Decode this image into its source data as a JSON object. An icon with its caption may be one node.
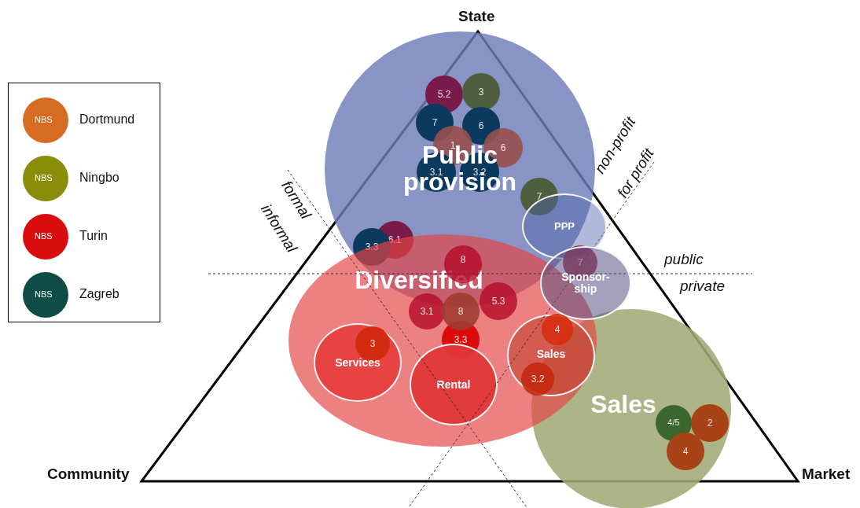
{
  "diagram": {
    "nodes": [
      {
        "text": [
          "Public provision"
        ]
      },
      {
        "text": [
          "5.2"
        ],
        "in": 0
      },
      {
        "text": [
          "3"
        ],
        "in": 0
      },
      {
        "text": [
          "7"
        ],
        "in": 0
      },
      {
        "text": [
          "6"
        ],
        "in": 0
      },
      {
        "text": [
          "1"
        ],
        "in": 0
      },
      {
        "text": [
          "6"
        ],
        "in": 0
      },
      {
        "text": [
          "3.1"
        ],
        "in": 0
      },
      {
        "text": [
          "3.2"
        ],
        "in": 0
      },
      {
        "text": [
          "6.1"
        ],
        "in": 0
      },
      {
        "text": [
          "7"
        ],
        "in": 0
      },
      {
        "text": [
          "3.3"
        ],
        "in": 0
      },
      {
        "text": [
          "PPP"
        ]
      },
      {
        "text": [
          "Diversified"
        ]
      },
      {
        "text": [
          "8"
        ]
      },
      {
        "text": [
          "3.1"
        ],
        "in": 13
      },
      {
        "text": [
          "5.3"
        ],
        "in": 13
      },
      {
        "text": [
          "8"
        ],
        "in": 13
      },
      {
        "text": [
          "7"
        ]
      },
      {
        "text": [
          "Sponsor- ship"
        ]
      },
      {
        "text": [
          "3.3"
        ],
        "in": 13
      },
      {
        "text": [
          "Services"
        ],
        "in": 13
      },
      {
        "text": [
          "3"
        ],
        "in": 21
      },
      {
        "text": [
          "Rental"
        ],
        "in": 13
      },
      {
        "text": [
          "Sales"
        ],
        "in": 13
      },
      {
        "text": [
          "4"
        ]
      },
      {
        "text": [
          "3.2"
        ],
        "in": 24
      },
      {
        "text": [
          "Sales"
        ]
      },
      {
        "text": [
          "4/5"
        ],
        "in": 27
      },
      {
        "text": [
          "2"
        ],
        "in": 27
      },
      {
        "text": [
          "4"
        ],
        "in": 27
      }
    ],
    "labels": [
      "State",
      "formal",
      "informal",
      "non-profit",
      "for profit",
      "public",
      "private",
      "Community",
      "Market",
      "NBS",
      "NBS",
      "NBS",
      "NBS"
    ],
    "legend": [
      {
        "text": "Dortmund",
        "color": "#d66b22"
      },
      {
        "text": "Ningbo",
        "color": "#8a8d0a"
      },
      {
        "text": "Turin",
        "color": "#d90d0d"
      },
      {
        "text": "Zagreb",
        "color": "#0f4c45"
      }
    ]
  }
}
